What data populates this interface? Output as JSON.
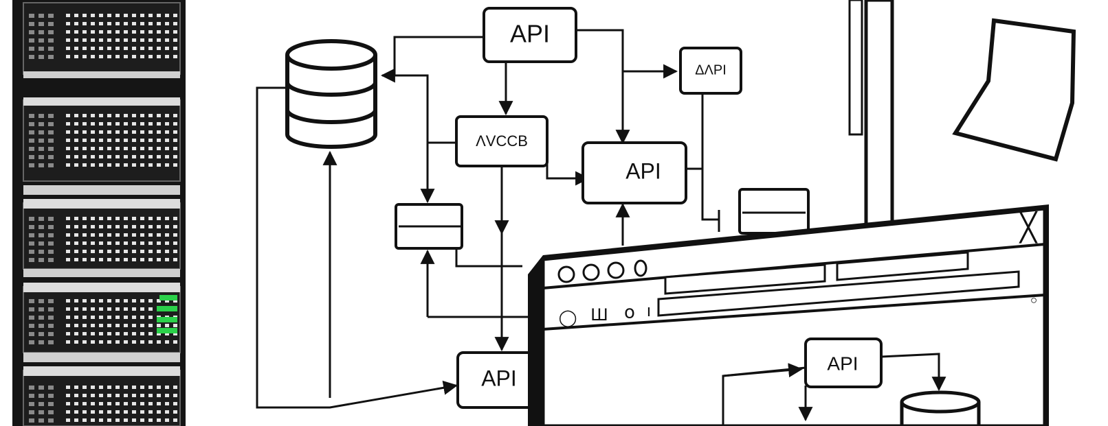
{
  "diagram": {
    "nodes": [
      {
        "id": "api_top",
        "label": "API"
      },
      {
        "id": "api_small",
        "label": "ΔΛΡΙ"
      },
      {
        "id": "avcce",
        "label": "ΛVCCB"
      },
      {
        "id": "api_mid",
        "label": "API"
      },
      {
        "id": "api_bottom",
        "label": "API"
      },
      {
        "id": "api_window",
        "label": "API"
      }
    ],
    "database_icons": [
      "database-icon",
      "database-icon"
    ]
  },
  "server_rack": {
    "status_light_color": "#2bd14a"
  },
  "browser_window": {
    "close_glyph": "╳",
    "toolbar_glyphs": [
      "◯",
      "Ш",
      "ο",
      "ı"
    ],
    "scroll_glyph": "◦"
  },
  "colors": {
    "ink": "#111111",
    "background": "#ffffff",
    "rack": "#151515",
    "accent_green": "#2bd14a"
  }
}
